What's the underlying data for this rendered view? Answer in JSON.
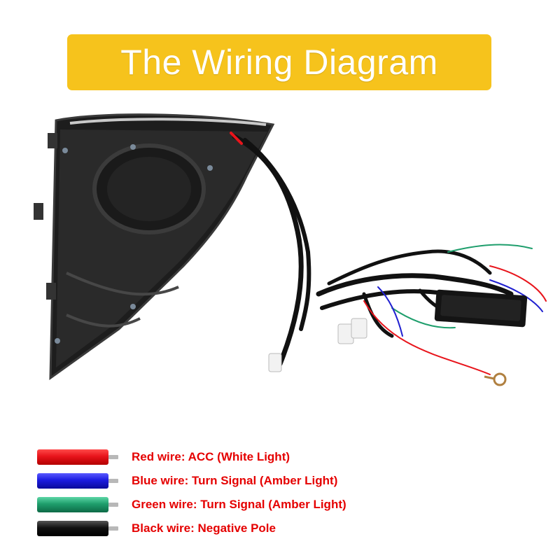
{
  "title": "The Wiring Diagram",
  "legend": [
    {
      "text": "Red wire: ACC (White Light)",
      "color": "#e8141b"
    },
    {
      "text": "Blue wire: Turn Signal (Amber Light)",
      "color": "#1c1ce0"
    },
    {
      "text": "Green wire: Turn Signal (Amber Light)",
      "color": "#1e9e6c"
    },
    {
      "text": "Black wire: Negative Pole",
      "color": "#111111"
    }
  ],
  "colors": {
    "banner": "#f6c31c",
    "legend_text": "#e50000",
    "wire_tip": "#b8b8b8"
  }
}
